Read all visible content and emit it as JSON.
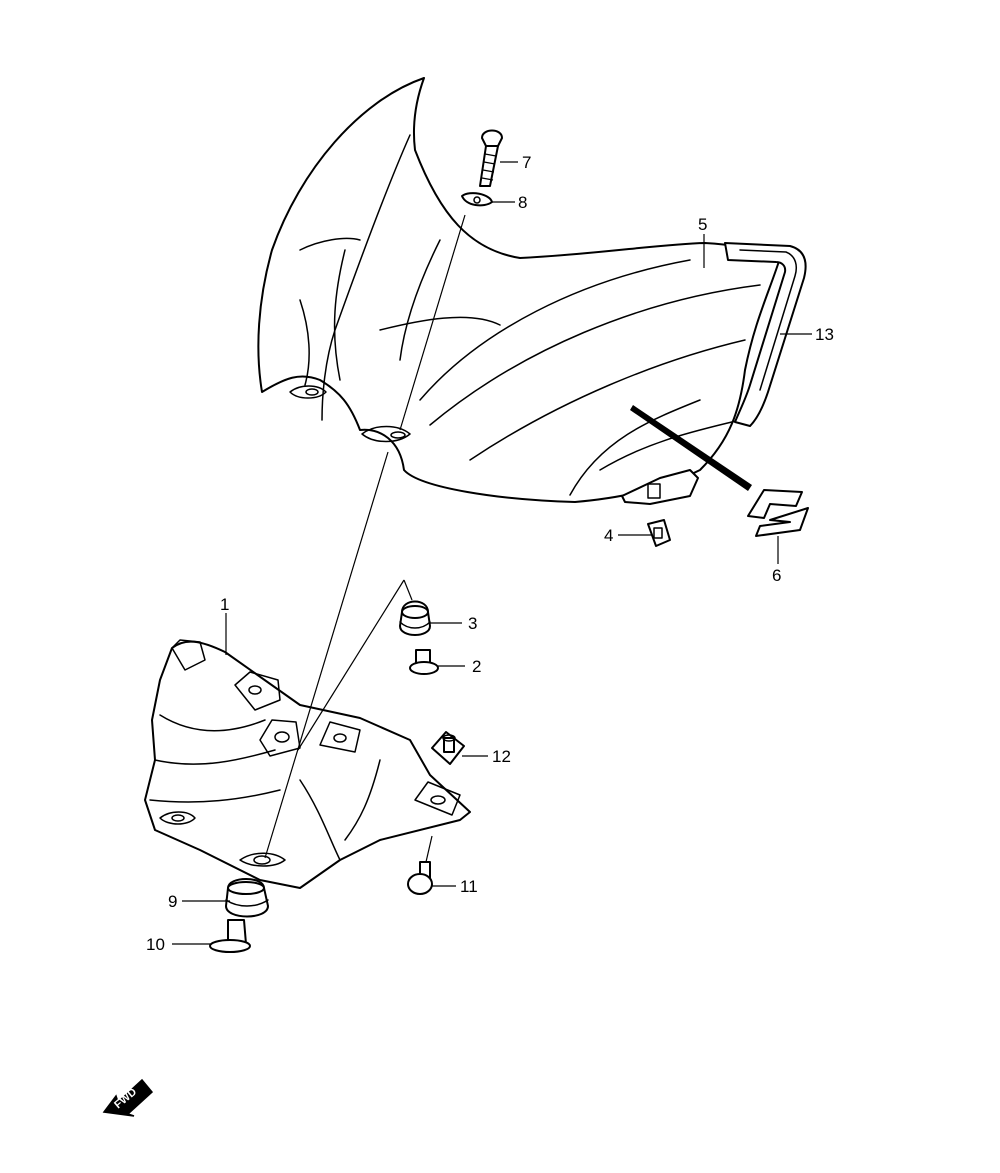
{
  "diagram": {
    "callouts": [
      {
        "id": "p1",
        "label": "1"
      },
      {
        "id": "p2",
        "label": "2"
      },
      {
        "id": "p3",
        "label": "3"
      },
      {
        "id": "p4",
        "label": "4"
      },
      {
        "id": "p5",
        "label": "5"
      },
      {
        "id": "p6",
        "label": "6"
      },
      {
        "id": "p7",
        "label": "7"
      },
      {
        "id": "p8",
        "label": "8"
      },
      {
        "id": "p9",
        "label": "9"
      },
      {
        "id": "p10",
        "label": "10"
      },
      {
        "id": "p11",
        "label": "11"
      },
      {
        "id": "p12",
        "label": "12"
      },
      {
        "id": "p13",
        "label": "13"
      }
    ],
    "fwd_badge": {
      "label": "FWD",
      "icon": "fwd-arrow-icon"
    },
    "colors": {
      "line": "#000000",
      "background": "#ffffff"
    }
  }
}
